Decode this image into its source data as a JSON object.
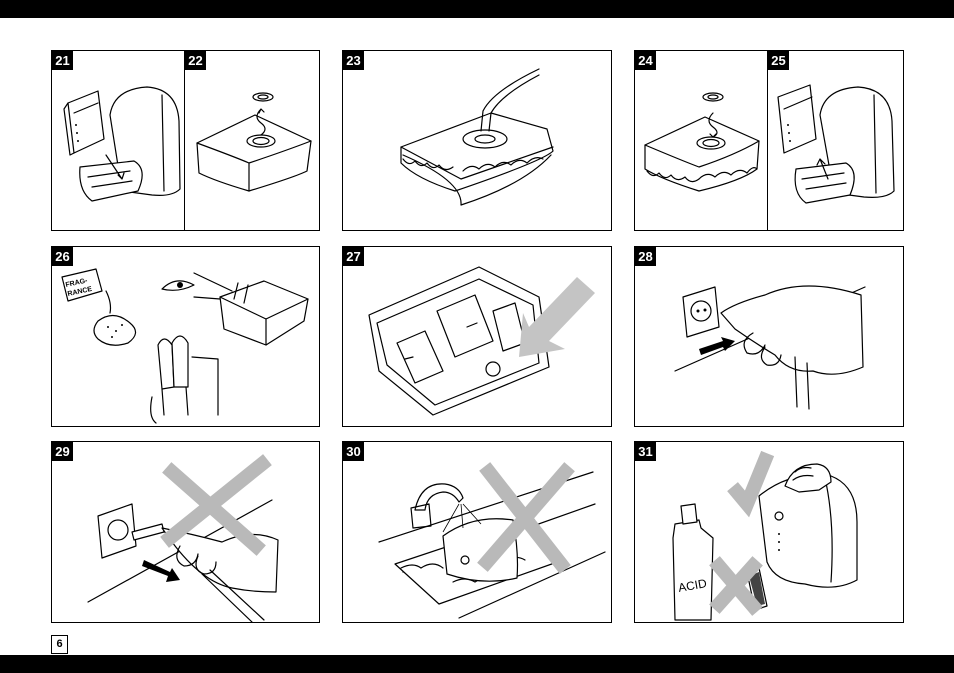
{
  "panels": [
    {
      "id": "p21",
      "number": "21"
    },
    {
      "id": "p22",
      "number": "22"
    },
    {
      "id": "p23",
      "number": "23"
    },
    {
      "id": "p24",
      "number": "24"
    },
    {
      "id": "p25",
      "number": "25"
    },
    {
      "id": "p26",
      "number": "26"
    },
    {
      "id": "p27",
      "number": "27"
    },
    {
      "id": "p28",
      "number": "28"
    },
    {
      "id": "p29",
      "number": "29"
    },
    {
      "id": "p30",
      "number": "30"
    },
    {
      "id": "p31",
      "number": "31"
    }
  ],
  "labels": {
    "fragrance_line1": "FRAG-",
    "fragrance_line2": "RANCE",
    "acid": "ACID"
  },
  "page_number": "6",
  "colors": {
    "ink": "#000000",
    "cross": "#b9b9b9",
    "arrow": "#c4c4c4"
  }
}
